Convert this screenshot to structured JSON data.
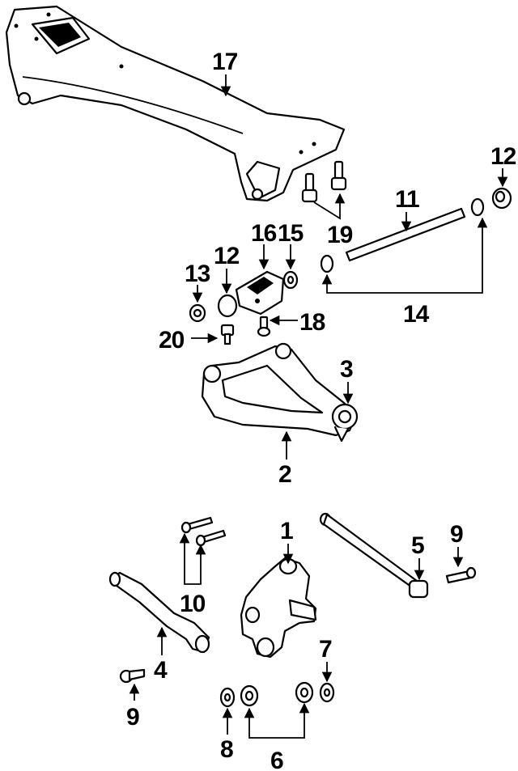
{
  "callouts": {
    "c1": "1",
    "c2": "2",
    "c3": "3",
    "c4": "4",
    "c5": "5",
    "c6": "6",
    "c7": "7",
    "c8": "8",
    "c9a": "9",
    "c9b": "9",
    "c10": "10",
    "c11": "11",
    "c12a": "12",
    "c12b": "12",
    "c13": "13",
    "c14": "14",
    "c15": "15",
    "c16": "16",
    "c17": "17",
    "c18": "18",
    "c19": "19",
    "c20": "20"
  }
}
